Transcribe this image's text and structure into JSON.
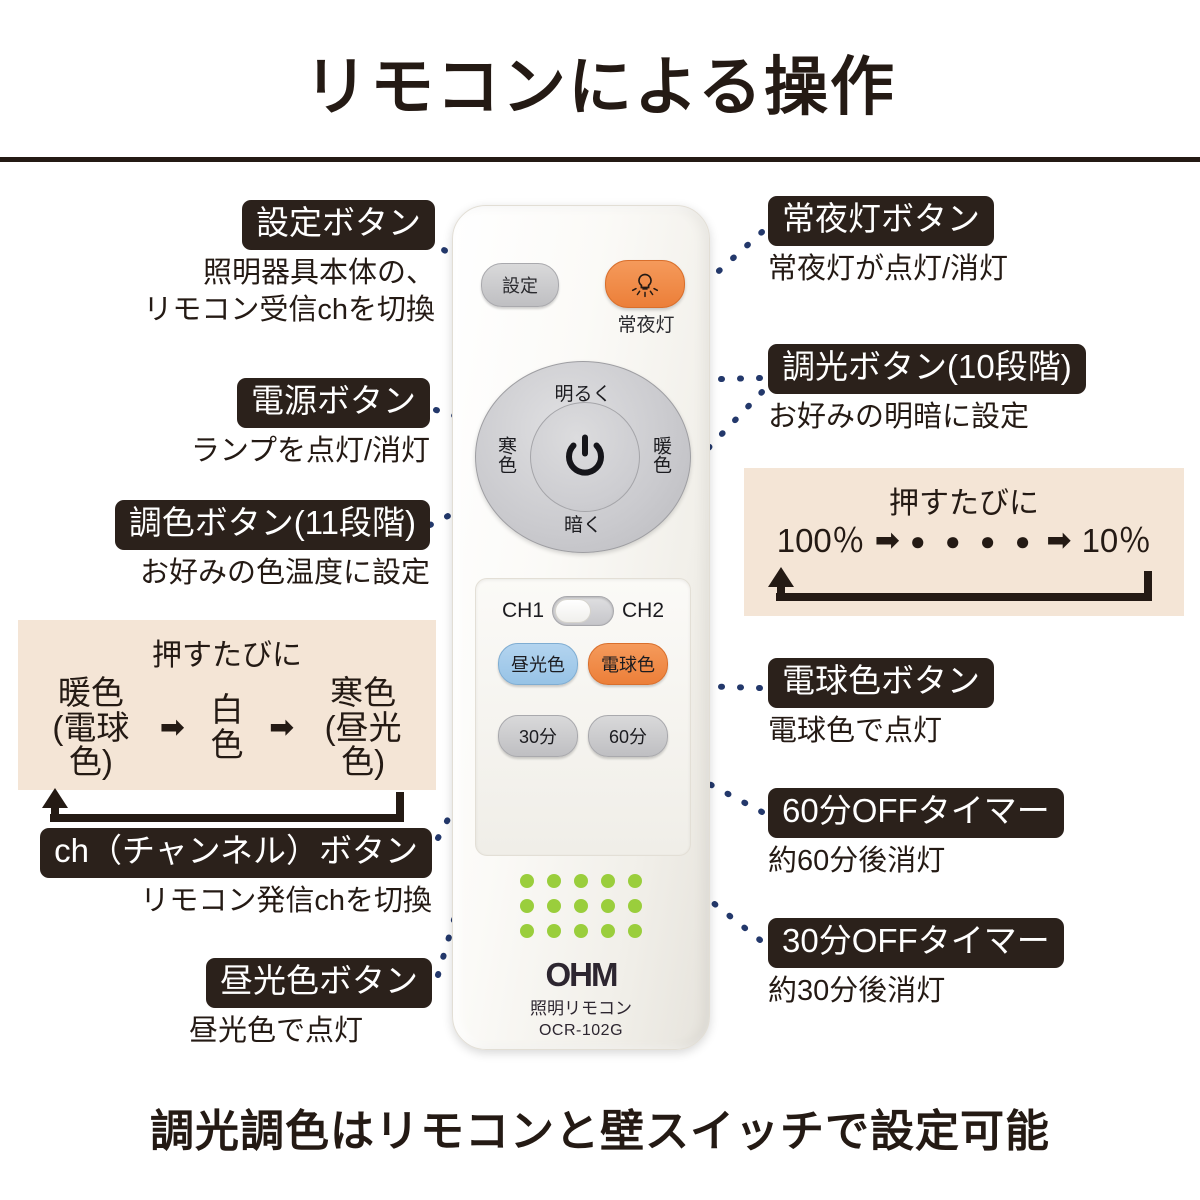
{
  "header": {
    "title": "リモコンによる操作"
  },
  "footer": {
    "note": "調光調色はリモコンと壁スイッチで設定可能"
  },
  "callouts": {
    "setting": {
      "label": "設定ボタン",
      "desc": "照明器具本体の、\nリモコン受信chを切換"
    },
    "power": {
      "label": "電源ボタン",
      "desc": "ランプを点灯/消灯"
    },
    "color_tone": {
      "label": "調色ボタン(11段階)",
      "desc": "お好みの色温度に設定"
    },
    "channel": {
      "label": "ch（チャンネル）ボタン",
      "desc": "リモコン発信chを切換"
    },
    "daylight": {
      "label": "昼光色ボタン",
      "desc": "昼光色で点灯"
    },
    "night_light": {
      "label": "常夜灯ボタン",
      "desc": "常夜灯が点灯/消灯"
    },
    "dimmer": {
      "label": "調光ボタン(10段階)",
      "desc": "お好みの明暗に設定"
    },
    "warm_white": {
      "label": "電球色ボタン",
      "desc": "電球色で点灯"
    },
    "timer60": {
      "label": "60分OFFタイマー",
      "desc": "約60分後消灯"
    },
    "timer30": {
      "label": "30分OFFタイマー",
      "desc": "約30分後消灯"
    }
  },
  "cycles": {
    "brightness": {
      "heading": "押すたびに",
      "start": "100％",
      "middle_dots": "●  ●  ●  ●",
      "end": "10％",
      "arrow": "➡"
    },
    "color": {
      "heading": "押すたびに",
      "step1": "暖色\n(電球色)",
      "step2": "白色",
      "step3": "寒色\n(昼光色)",
      "arrow": "➡"
    }
  },
  "remote": {
    "setting_button": "設定",
    "night_button_label": "常夜灯",
    "night_button_icon": "lightbulb-icon",
    "dial": {
      "up": "明るく",
      "down": "暗く",
      "left": "寒色",
      "right": "暖色",
      "center_icon": "power-icon"
    },
    "channel": {
      "left": "CH1",
      "right": "CH2",
      "switch_icon": "slide-switch"
    },
    "buttons": {
      "daylight": "昼光色",
      "warm_white": "電球色",
      "timer30": "30分",
      "timer60": "60分"
    },
    "brand": {
      "logo": "OHM",
      "sub": "照明リモコン",
      "model": "OCR-102G"
    }
  },
  "colors": {
    "ink": "#241a14",
    "chip_bg": "#2b211b",
    "panel_beige": "#f4e5d6",
    "connector": "#23386b",
    "orange_button": "#ec7f39",
    "blue_button": "#97c3e6",
    "gray_button": "#bfbfc2",
    "ir_green": "#9ace3c"
  }
}
